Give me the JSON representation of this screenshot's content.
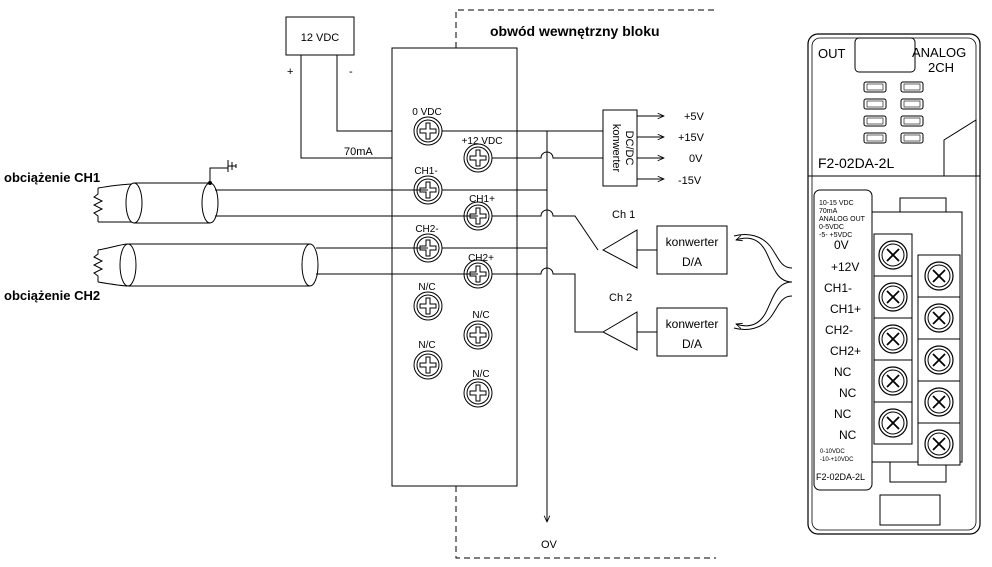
{
  "power": {
    "supply": "12 VDC",
    "plus": "+",
    "minus": "-",
    "current": "70mA"
  },
  "block": {
    "internal_label": "obwód wewnętrzny bloku",
    "ground": "OV"
  },
  "loads": {
    "ch1": "obciążenie CH1",
    "ch2": "obciążenie CH2"
  },
  "left_terminals": [
    "0 VDC",
    "CH1-",
    "CH2-",
    "N/C",
    "N/C"
  ],
  "right_terminals": [
    "+12 VDC",
    "CH1+",
    "CH2+",
    "N/C",
    "N/C"
  ],
  "dcdc": {
    "line1": "konwerter",
    "line2": "DC/DC"
  },
  "rails": [
    "+5V",
    "+15V",
    "0V",
    "-15V"
  ],
  "channels": [
    {
      "label": "Ch 1",
      "conv1": "konwerter",
      "conv2": "D/A"
    },
    {
      "label": "Ch 2",
      "conv1": "konwerter",
      "conv2": "D/A"
    }
  ],
  "module": {
    "out": "OUT",
    "analog": "ANALOG",
    "ch2": "2CH",
    "model": "F2-02DA-2L",
    "spec_lines": [
      "10-15 VDC",
      "70mA",
      "ANALOG OUT",
      "0-5VDC",
      "-5- +5VDC"
    ],
    "terminals": [
      "0V",
      "+12V",
      "CH1-",
      "CH1+",
      "CH2-",
      "CH2+",
      "NC",
      "NC",
      "NC",
      "NC"
    ],
    "range_lines": [
      "0-10VDC",
      "-10-+10VDC"
    ],
    "bottom_model": "F2-02DA-2L"
  }
}
